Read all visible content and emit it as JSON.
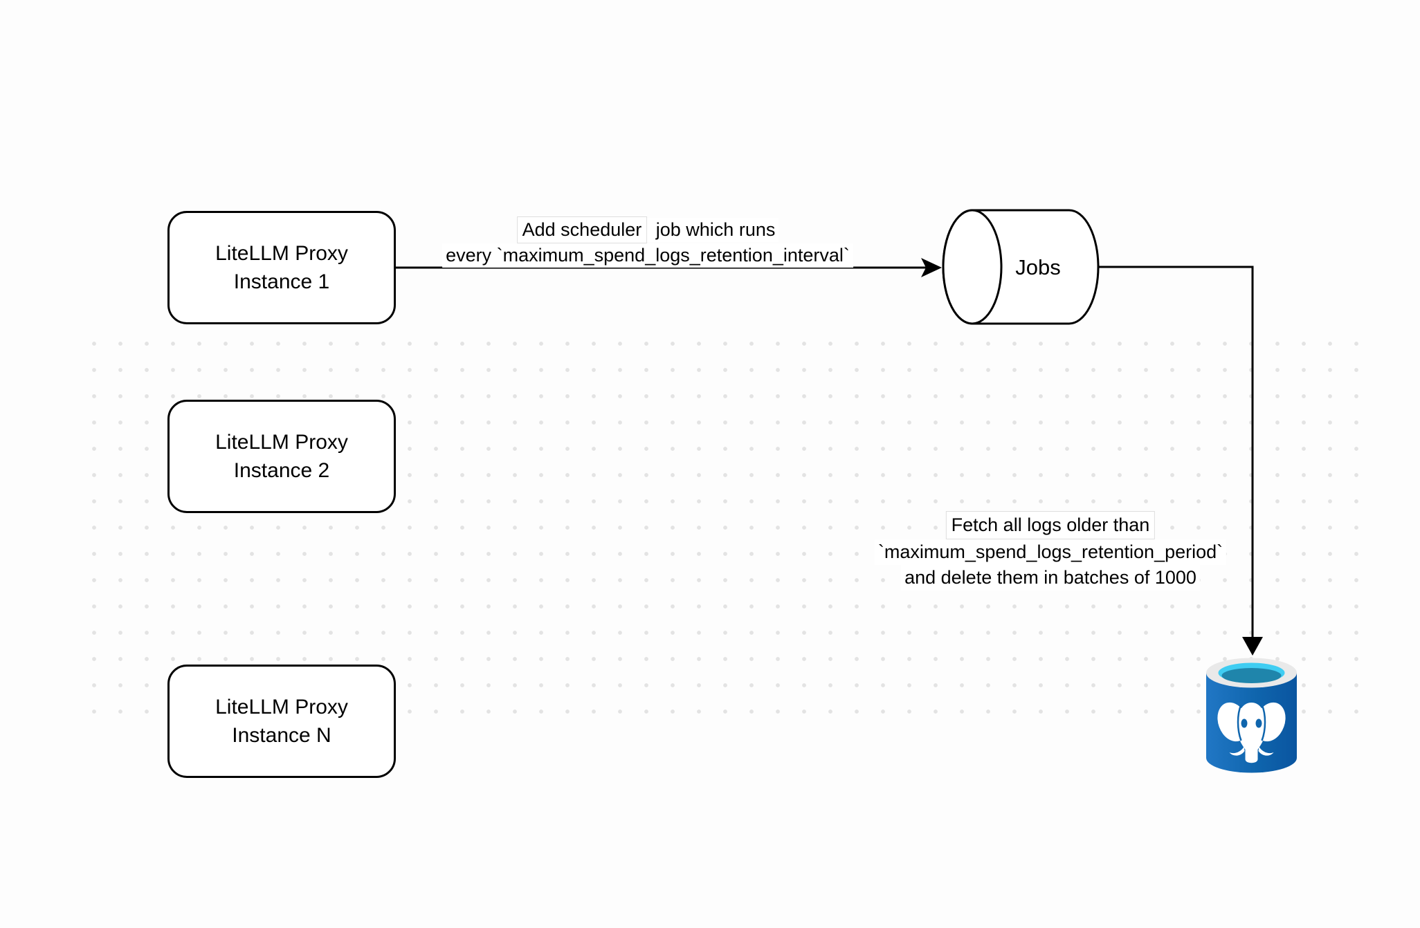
{
  "colors": {
    "background": "#fdfdfd",
    "stroke": "#000000",
    "node_fill": "#ffffff",
    "dot_grid": "#e3e3e3",
    "label_box_border": "#dedede",
    "postgres_blue": "#0f65ad",
    "postgres_blue_light": "#2177c5",
    "postgres_blue_dark": "#0a55a0",
    "postgres_rim": "#e9e9e9",
    "postgres_cyan": "#3fcdf2",
    "postgres_inner_blue": "#1f85ab"
  },
  "diagram": {
    "nodes": {
      "proxy1": {
        "line1": "LiteLLM Proxy",
        "line2": "Instance 1"
      },
      "proxy2": {
        "line1": "LiteLLM Proxy",
        "line2": "Instance 2"
      },
      "proxyN": {
        "line1": "LiteLLM Proxy",
        "line2": "Instance N"
      },
      "jobs": {
        "label": "Jobs",
        "icon": "queue-cylinder-icon"
      },
      "postgres": {
        "icon": "postgresql-database-icon"
      }
    },
    "edges": {
      "schedule": {
        "line1_boxed": "Add scheduler",
        "line1_rest": " job which runs",
        "line2": "every `maximum_spend_logs_retention_interval`"
      },
      "delete": {
        "line1": "Fetch all logs older than",
        "line2": "`maximum_spend_logs_retention_period`",
        "line3": "and delete them in batches of 1000"
      }
    }
  }
}
